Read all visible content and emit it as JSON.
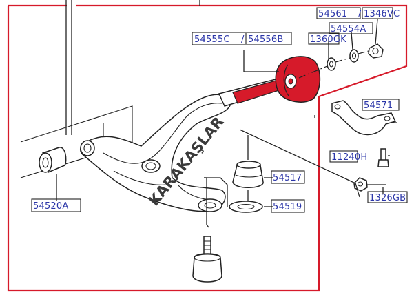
{
  "diagram": {
    "accent_color": "#d61a2a",
    "border_color": "#d61a2a",
    "label_color": "#2a35a8",
    "watermark": "KARAKAŞLAR",
    "labels": {
      "p54561": "54561",
      "sep1": "/",
      "p1346vc": "1346VC",
      "p54554a": "54554A",
      "p1360gk": "1360GK",
      "p54555c": "54555C",
      "sep2": "/",
      "p54556b": "54556B",
      "p54571": "54571",
      "p11240h": "11240H",
      "p54517": "54517",
      "p1326gb": "1326GB",
      "p54519": "54519",
      "p54520a": "54520A"
    }
  }
}
